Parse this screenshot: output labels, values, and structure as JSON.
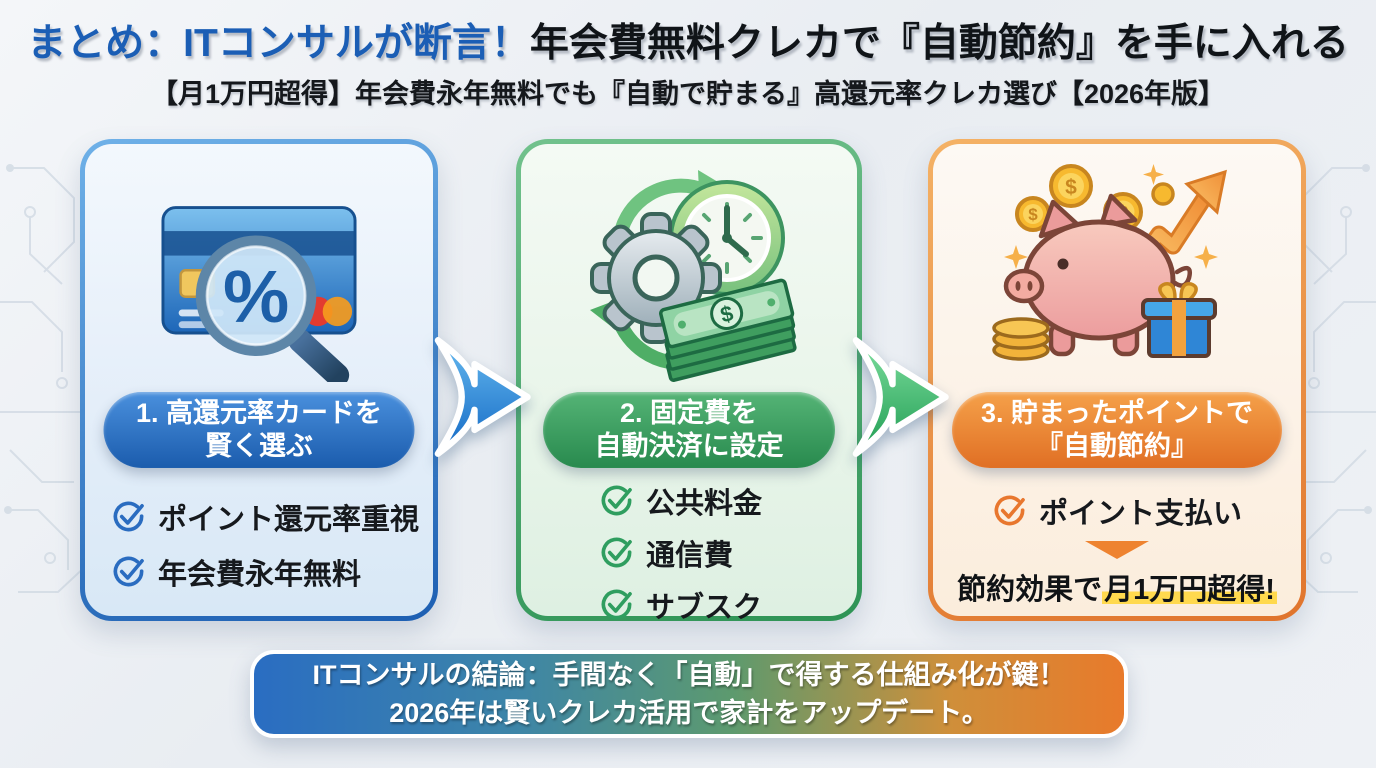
{
  "header": {
    "title_highlight": "まとめ：ITコンサルが断言！",
    "title_rest": "年会費無料クレカで『自動節約』を手に入れる",
    "subtitle": "【月1万円超得】年会費永年無料でも『自動で貯まる』高還元率クレカ選び【2026年版】"
  },
  "steps": [
    {
      "icon": "credit-card-magnifier-icon",
      "label_line1": "1. 高還元率カードを",
      "label_line2": "賢く選ぶ",
      "items": [
        "ポイント還元率重視",
        "年会費永年無料"
      ],
      "accent": "#1d5fb2"
    },
    {
      "icon": "gear-clock-cash-icon",
      "label_line1": "2. 固定費を",
      "label_line2": "自動決済に設定",
      "items": [
        "公共料金",
        "通信費",
        "サブスク"
      ],
      "accent": "#2e9355"
    },
    {
      "icon": "piggy-bank-coins-icon",
      "label_line1": "3. 貯まったポイントで",
      "label_line2": "『自動節約』",
      "items": [
        "ポイント支払い"
      ],
      "result_prefix": "節約効果で",
      "result_highlight": "月1万円超得!",
      "accent": "#e0742c"
    }
  ],
  "footer": {
    "line1": "ITコンサルの結論：手間なく「自動」で得する仕組み化が鍵！",
    "line2": "2026年は賢いクレカ活用で家計をアップデート。"
  },
  "icons": {
    "percent_glyph": "%",
    "dollar_glyph": "$",
    "flow_arrow": "right-swoosh-arrow"
  },
  "colors": {
    "title_highlight": "#1b5eb5",
    "step1_accent": "#1d5fb2",
    "step2_accent": "#2e9355",
    "step3_accent": "#e0742c",
    "result_highlight_bg": "#ffd94e",
    "banner_gradient": [
      "#2a6dc2",
      "#5d9a6e",
      "#e87a2b"
    ]
  }
}
